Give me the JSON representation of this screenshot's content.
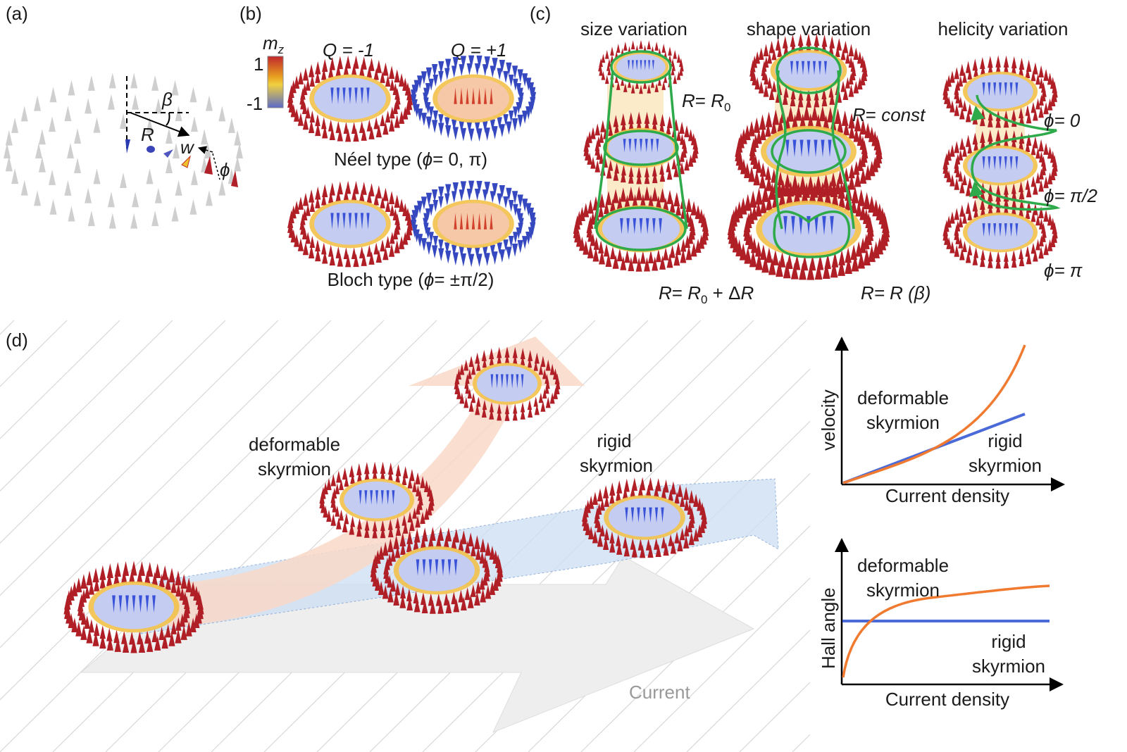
{
  "panels": {
    "a": "(a)",
    "b": "(b)",
    "c": "(c)",
    "d": "(d)"
  },
  "panel_a": {
    "beta": "β",
    "R": "R",
    "w": "w",
    "phi": "ϕ"
  },
  "panel_b": {
    "colorbar_label": "m",
    "colorbar_label_sub": "z",
    "colorbar_max": "1",
    "colorbar_min": "-1",
    "colorbar_colors": [
      "#c0262b",
      "#e8a020",
      "#f0d040",
      "#5a6ac8"
    ],
    "q_minus": "Q = -1",
    "q_plus": "Q = +1",
    "neel_caption_pre": "Néel type (",
    "neel_caption_phi": "ϕ",
    "neel_caption_post": "= 0, π)",
    "bloch_caption_pre": "Bloch type (",
    "bloch_caption_phi": "ϕ",
    "bloch_caption_post": "= ±π/2)"
  },
  "panel_c": {
    "size_title": "size variation",
    "shape_title": "shape variation",
    "helicity_title": "helicity variation",
    "size_eq_R": "R",
    "size_eq_mid": "= ",
    "size_eq_R0": "R",
    "size_eq_sub": "0",
    "size_bottom_pre": "R",
    "size_bottom_mid": "= ",
    "size_bottom_R0": "R",
    "size_bottom_sub": "0",
    "size_bottom_post": " + Δ",
    "size_bottom_R": "R",
    "shape_eq_R": "R",
    "shape_eq_mid": "= ",
    "shape_eq_val": "const",
    "shape_bottom": "R= R (β)",
    "helicity_phi0": "ϕ= 0",
    "helicity_phi_half": "ϕ= π/2",
    "helicity_phi_pi": "ϕ= π"
  },
  "panel_d": {
    "deformable_line1": "deformable",
    "deformable_line2": "skyrmion",
    "rigid_line1": "rigid",
    "rigid_line2": "skyrmion",
    "current_label": "Current",
    "velocity_plot": {
      "ylabel": "velocity",
      "xlabel": "Current density",
      "deformable_line1": "deformable",
      "deformable_line2": "skyrmion",
      "rigid_line1": "rigid",
      "rigid_line2": "skyrmion"
    },
    "hall_plot": {
      "ylabel": "Hall angle",
      "xlabel": "Current density",
      "deformable_line1": "deformable",
      "deformable_line2": "skyrmion",
      "rigid_line1": "rigid",
      "rigid_line2": "skyrmion"
    },
    "colors": {
      "deformable": "#f07a30",
      "rigid": "#4a6ad8",
      "green_contour": "#2eaa4a"
    }
  }
}
